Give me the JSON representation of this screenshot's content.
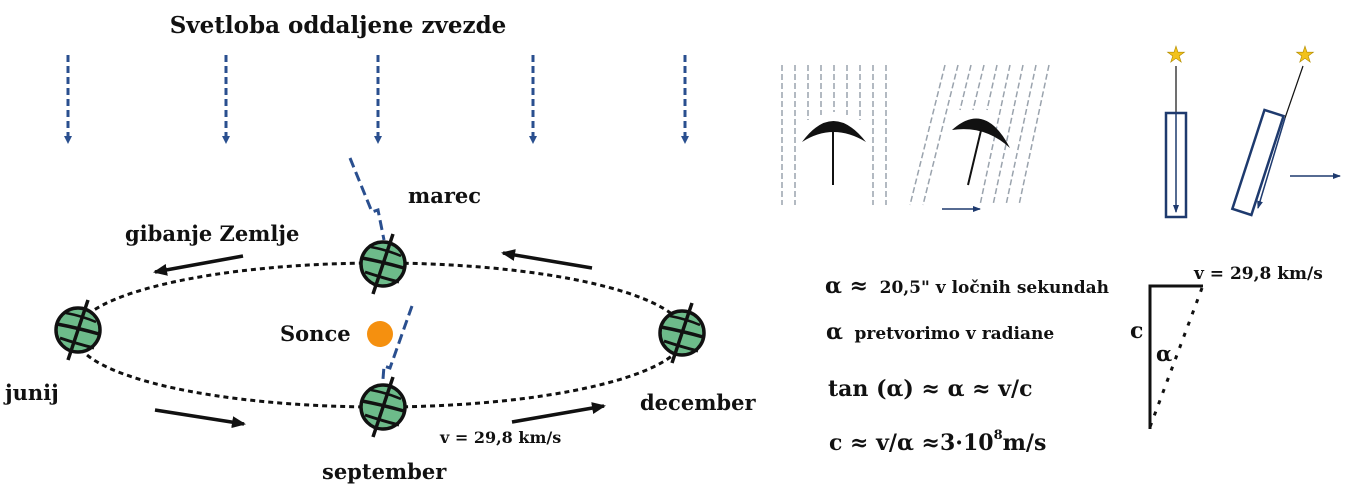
{
  "title": "Svetloba oddaljene  zvezde",
  "labels": {
    "earth_motion": "gibanje  Zemlje",
    "march": "marec",
    "june": "junij",
    "september": "september",
    "december": "december",
    "sun": "Sonce",
    "velocity": "v = 29,8 km/s"
  },
  "equations": {
    "line1_symbol": "α ≈",
    "line1_text": "20,5\" v ločnih sekundah",
    "line2_symbol": "α",
    "line2_text": "pretvorimo v radiane",
    "line3": "tan (α) ≈ α ≈ v/c",
    "line4_main": "c ≈ v/α ≈3·10",
    "line4_exp": "8",
    "line4_unit": "m/s"
  },
  "triangle": {
    "top_label": "v = 29,8 km/s",
    "side_label": "c",
    "angle_label": "α"
  },
  "colors": {
    "arrow_blue": "#2a4f8f",
    "earth_green": "#6dbb8a",
    "sun_orange": "#f5900f",
    "star_yellow": "#f2c21b"
  }
}
